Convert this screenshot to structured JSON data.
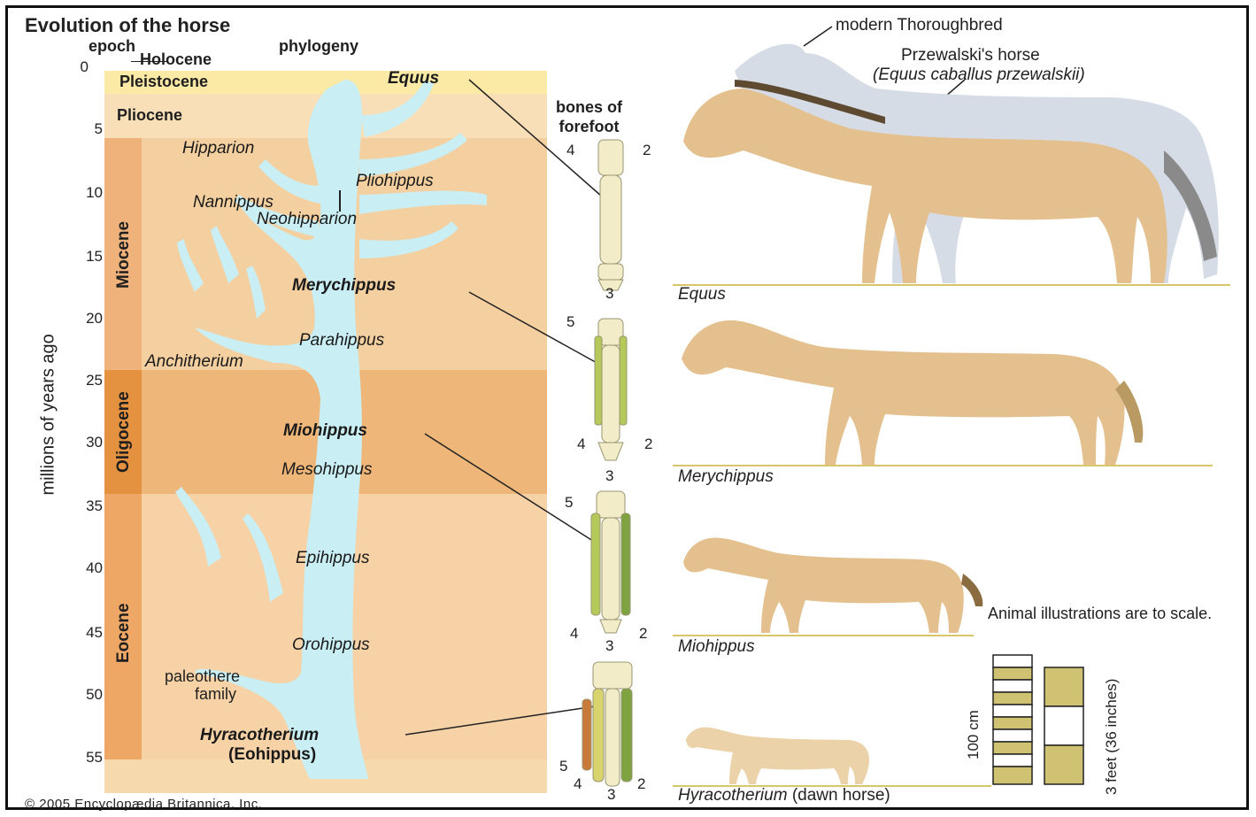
{
  "title": "Evolution of the horse",
  "headers": {
    "epoch": "epoch",
    "phylogeny": "phylogeny",
    "bones": [
      "bones of",
      "forefoot"
    ]
  },
  "axis": {
    "label": "millions of years ago",
    "ticks": [
      "0",
      "5",
      "10",
      "15",
      "20",
      "25",
      "30",
      "35",
      "40",
      "45",
      "50",
      "55"
    ]
  },
  "epochs": {
    "holocene": "Holocene",
    "pleistocene": "Pleistocene",
    "pliocene": "Pliocene",
    "miocene": "Miocene",
    "oligocene": "Oligocene",
    "eocene": "Eocene"
  },
  "colors": {
    "band_light": "#f6d9ad",
    "band_mid": "#f0bd7c",
    "band_dark": "#e89a4f",
    "pleistocene": "#fbe9a6",
    "tree": "#c9eef3",
    "bone": "#f2ecc9",
    "bone_green": "#b5c95a",
    "horse": "#e3c08e",
    "ground": "#d9c66a"
  },
  "taxa": {
    "equus": "Equus",
    "hipparion": "Hipparion",
    "pliohippus": "Pliohippus",
    "nannippus": "Nannippus",
    "neohipparion": "Neohipparion",
    "merychippus": "Merychippus",
    "parahippus": "Parahippus",
    "anchitherium": "Anchitherium",
    "miohippus": "Miohippus",
    "mesohippus": "Mesohippus",
    "epihippus": "Epihippus",
    "orohippus": "Orohippus",
    "paleothere": [
      "paleothere",
      "family"
    ],
    "hyracotherium": "Hyracotherium",
    "eohippus": "(Eohippus)"
  },
  "toes": {
    "equus": [
      "4",
      "2",
      "3"
    ],
    "merychippus": [
      "5",
      "4",
      "2",
      "3"
    ],
    "miohippus": [
      "5",
      "4",
      "3",
      "2"
    ],
    "hyracotherium": [
      "5",
      "4",
      "3",
      "2"
    ]
  },
  "horses": {
    "thoroughbred": "modern Thoroughbred",
    "przewalski": "Przewalski's horse",
    "przewalski_sci": "(Equus caballus przewalskii)",
    "equus": "Equus",
    "merychippus": "Merychippus",
    "miohippus": "Miohippus",
    "hyracotherium": "Hyracotherium",
    "hyracotherium_note": "(dawn horse)"
  },
  "scale": {
    "note": "Animal illustrations are to scale.",
    "metric": "100 cm",
    "imperial": "3 feet (36 inches)"
  },
  "copyright": "© 2005 Encyclopædia Britannica, Inc."
}
